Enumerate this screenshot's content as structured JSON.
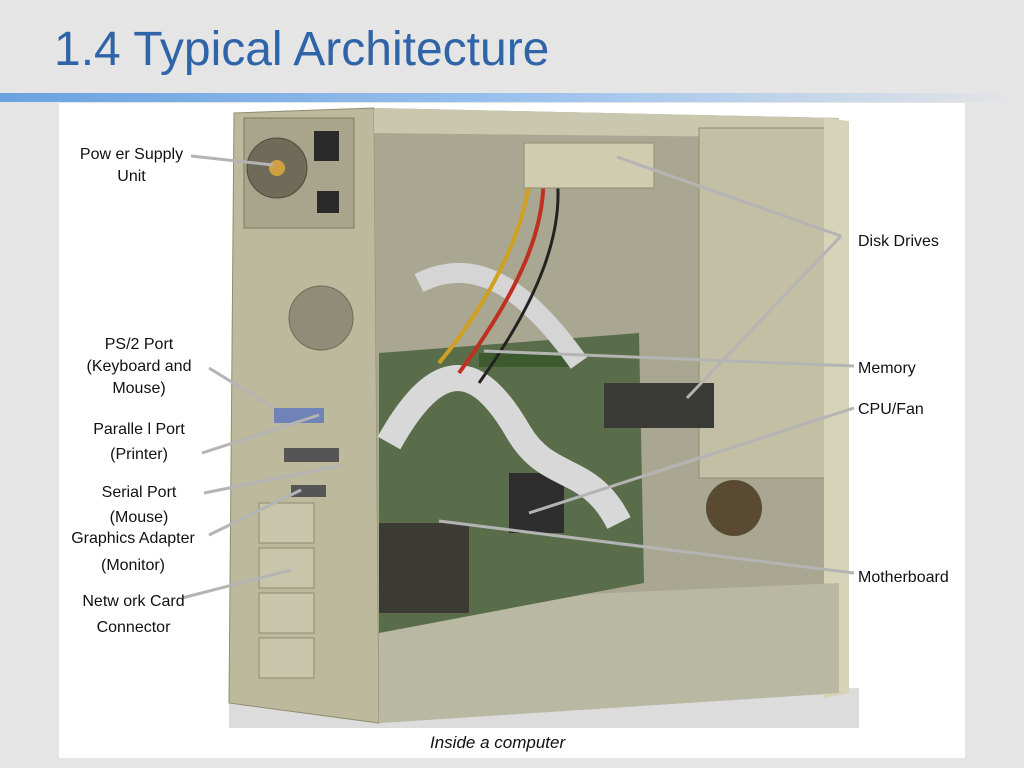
{
  "slide": {
    "title": "1.4 Typical Architecture"
  },
  "figure": {
    "caption": "Inside a computer",
    "labels": {
      "power_supply": [
        "Pow er Supply",
        "Unit"
      ],
      "ps2_port": [
        "PS/2  Port",
        "(Keyboard and",
        "Mouse)"
      ],
      "parallel_port": [
        "Paralle l Port",
        "(Printer)"
      ],
      "serial_port": [
        "Serial Port",
        "(Mouse)"
      ],
      "graphics_adapter": [
        "Graphics Adapter",
        "(Monitor)"
      ],
      "network_card": [
        "Netw ork Card",
        "Connector"
      ],
      "disk_drives": "Disk Drives",
      "memory": "Memory",
      "cpu_fan": "CPU/Fan",
      "motherboard": "Motherboard"
    }
  },
  "colors": {
    "title": "#2f64a8",
    "rule": "#7fb0e8",
    "leader_line": "#b4b4b4",
    "case_metal": "#b8b59a"
  }
}
